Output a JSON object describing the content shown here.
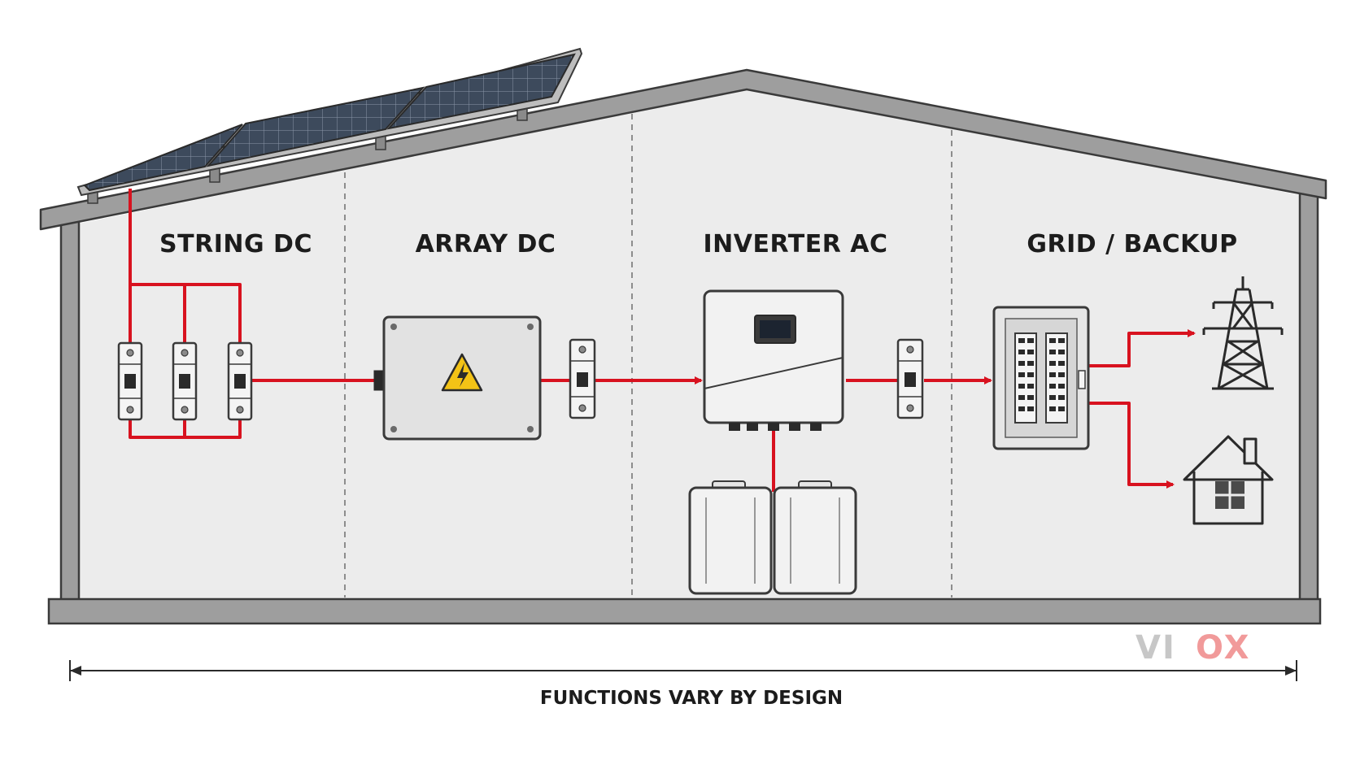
{
  "diagram": {
    "zones": [
      {
        "id": "string-dc",
        "label": "STRING DC"
      },
      {
        "id": "array-dc",
        "label": "ARRAY DC"
      },
      {
        "id": "inverter-ac",
        "label": "INVERTER AC"
      },
      {
        "id": "grid-backup",
        "label": "GRID / BACKUP"
      }
    ],
    "caption": "FUNCTIONS VARY BY DESIGN",
    "logo": {
      "part1": "VI",
      "part2": "OX"
    },
    "colors": {
      "wire": "#d8121f",
      "outline": "#3a3a3a",
      "wall": "#9e9e9e",
      "interior": "#ececec",
      "panel": "#3d4a5c",
      "warning": "#f3c316",
      "logo_gray": "#c7c7c7",
      "logo_red": "#f19a9a"
    },
    "icons": [
      "solar-panel-icon",
      "breaker-icon",
      "junction-box-icon",
      "warning-icon",
      "inverter-icon",
      "battery-icon",
      "distribution-panel-icon",
      "transmission-tower-icon",
      "house-icon"
    ]
  }
}
